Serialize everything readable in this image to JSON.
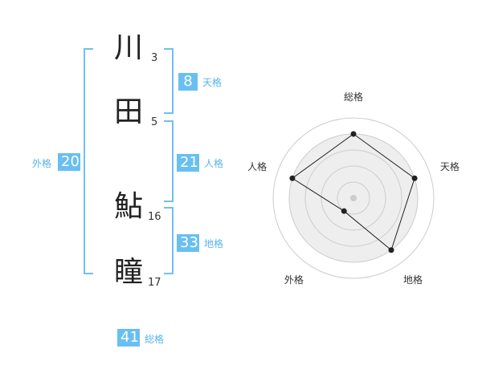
{
  "name_chars": [
    {
      "char": "川",
      "strokes": "3"
    },
    {
      "char": "田",
      "strokes": "5"
    },
    {
      "char": "鮎",
      "strokes": "16"
    },
    {
      "char": "瞳",
      "strokes": "17"
    }
  ],
  "fortunes": {
    "tenkaku": {
      "value": "8",
      "label": "天格"
    },
    "jinkaku": {
      "value": "21",
      "label": "人格"
    },
    "chikaku": {
      "value": "33",
      "label": "地格"
    },
    "gaikaku": {
      "value": "20",
      "label": "外格"
    },
    "soukaku": {
      "value": "41",
      "label": "総格"
    }
  },
  "chart_data": {
    "type": "radar",
    "axes": [
      "総格",
      "天格",
      "地格",
      "外格",
      "人格"
    ],
    "values": [
      4,
      4,
      4,
      1,
      4
    ],
    "max": 5,
    "rings": 5,
    "colors": {
      "fill": "#eeeeee",
      "ring": "#cccccc",
      "line": "#222222",
      "center": "#cccccc"
    }
  }
}
